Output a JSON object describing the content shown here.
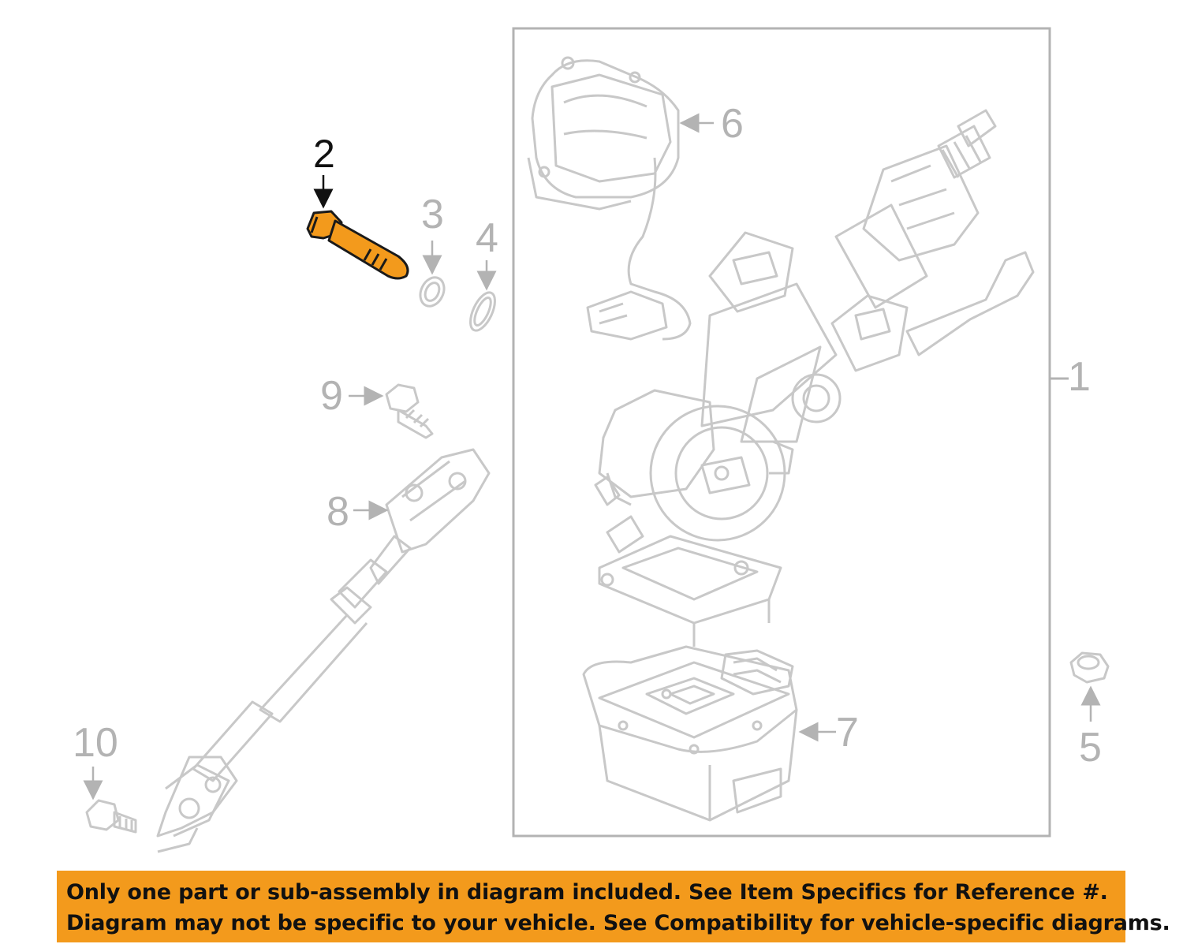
{
  "callouts": {
    "c1": "1",
    "c2": "2",
    "c3": "3",
    "c4": "4",
    "c5": "5",
    "c6": "6",
    "c7": "7",
    "c8": "8",
    "c9": "9",
    "c10": "10"
  },
  "highlighted_part": "2",
  "colors": {
    "highlight": "#f39a1c",
    "line_art": "#c8c8c8",
    "banner_bg": "#f39a1c",
    "banner_text": "#111111"
  },
  "banner": {
    "line1": "Only one part or sub-assembly in diagram included. See Item Specifics for Reference #.",
    "line2": "Diagram may not be specific to your vehicle. See Compatibility for vehicle-specific diagrams."
  }
}
